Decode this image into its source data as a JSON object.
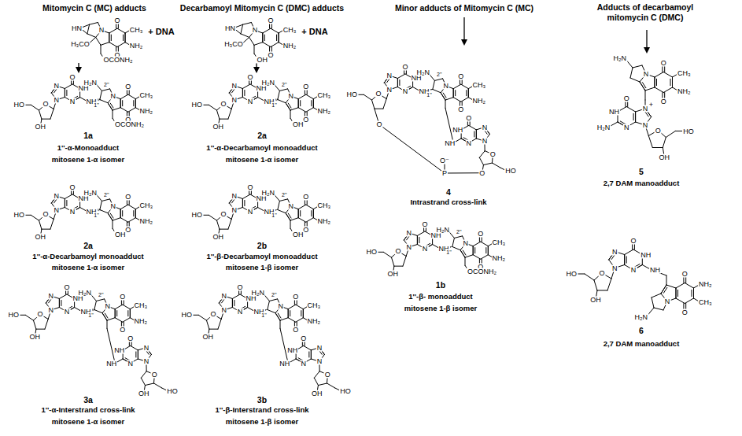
{
  "diagram": {
    "labels": [
      "Mitomycin C (MC) adducts",
      "Decarbamoyl Mitomycin C (DMC) adducts",
      "Minor adducts of Mitomycin C (MC)",
      "Adducts of decarbamoyl mitomycin C (DMC)",
      "HN",
      "H₃CO",
      "N",
      "O",
      "CH₃",
      "NH₂",
      "O",
      "OCONH₂",
      "+ DNA",
      "N",
      "N",
      "O",
      "NH",
      "N",
      "NH",
      "O",
      "HO",
      "OH",
      "H₂N",
      "2''",
      "1''",
      "N",
      "O",
      "CH₃",
      "NH₂",
      "O",
      "OCONH₂",
      "1a",
      "1''-α-Monoadduct",
      "mitosene 1-α isomer",
      "N",
      "N",
      "O",
      "NH",
      "N",
      "NH",
      "O",
      "HO",
      "OH",
      "H₂N",
      "2''",
      "1''",
      "N",
      "O",
      "CH₃",
      "NH₂",
      "O",
      "OH",
      "2a",
      "1''-α-Decarbamoyl monoadduct",
      "mitosene 1-α isomer",
      "N",
      "N",
      "O",
      "NH",
      "N",
      "NH",
      "O",
      "HO",
      "OH",
      "H₂N",
      "2''",
      "1''",
      "N",
      "O",
      "CH₃",
      "NH₂",
      "O",
      "N",
      "N",
      "O",
      "NH",
      "N",
      "NH",
      "O",
      "HO",
      "OH",
      "3a",
      "1''-α-Interstrand cross-link",
      "mitosene 1-α isomer",
      "HN",
      "H₃CO",
      "N",
      "O",
      "CH₃",
      "NH₂",
      "O",
      "OH",
      "+ DNA",
      "N",
      "N",
      "O",
      "NH",
      "N",
      "NH",
      "O",
      "HO",
      "OH",
      "H₂N",
      "2''",
      "1''",
      "N",
      "O",
      "CH₃",
      "NH₂",
      "O",
      "OH",
      "2a",
      "1''-α-Decarbamoyl monoadduct",
      "mitosene 1-α isomer",
      "N",
      "N",
      "O",
      "NH",
      "N",
      "NH",
      "O",
      "HO",
      "OH",
      "H₂N",
      "2''",
      "1''",
      "N",
      "O",
      "CH₃",
      "NH₂",
      "O",
      "OH",
      "2b",
      "1''-β-Decarbamoyl monoadduct",
      "mitosene 1-β isomer",
      "N",
      "N",
      "O",
      "NH",
      "N",
      "NH",
      "O",
      "HO",
      "OH",
      "H₂N",
      "2''",
      "1''",
      "N",
      "O",
      "CH₃",
      "NH₂",
      "O",
      "N",
      "N",
      "O",
      "NH",
      "N",
      "NH",
      "O",
      "HO",
      "OH",
      "3b",
      "1''-β-Interstrand cross-link",
      "mitosene 1-β isomer",
      "N",
      "N",
      "O",
      "NH",
      "N",
      "NH",
      "O",
      "HO",
      "H₂N",
      "2''",
      "1''",
      "N",
      "O",
      "CH₃",
      "NH₂",
      "O",
      "N",
      "N",
      "O",
      "NH",
      "N",
      "NH",
      "O",
      "HO",
      "O",
      "P",
      "O⁻",
      "O",
      "4",
      "Intrastrand cross-link",
      "N",
      "N",
      "O",
      "NH",
      "N",
      "NH",
      "O",
      "HO",
      "OH",
      "H₂N",
      "2''",
      "1''",
      "N",
      "O",
      "CH₃",
      "NH₂",
      "O",
      "OCONH₂",
      "1b",
      "1''-β- monoadduct",
      "mitosene 1-β isomer",
      "H₂N",
      "N",
      "O",
      "CH₃",
      "NH₂",
      "O",
      "N",
      "+",
      "N",
      "O",
      "NH",
      "N",
      "H₂N",
      "O",
      "HO",
      "OH",
      "5",
      "2,7 DAM manoadduct",
      "N",
      "N",
      "O",
      "NH",
      "N",
      "NH",
      "O",
      "HO",
      "OH",
      "H₂N",
      "N",
      "O",
      "CH₃",
      "NH₂",
      "O",
      "6",
      "2,7 DAM manoadduct"
    ]
  }
}
